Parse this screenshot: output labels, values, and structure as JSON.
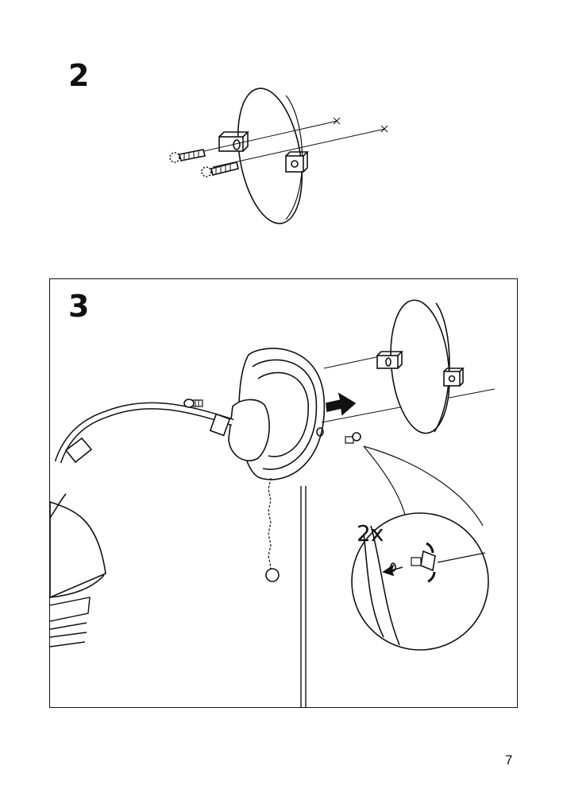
{
  "steps": [
    {
      "number": "2"
    },
    {
      "number": "3",
      "quantity_label": "2x"
    }
  ],
  "footer": {
    "page_number": "7"
  }
}
